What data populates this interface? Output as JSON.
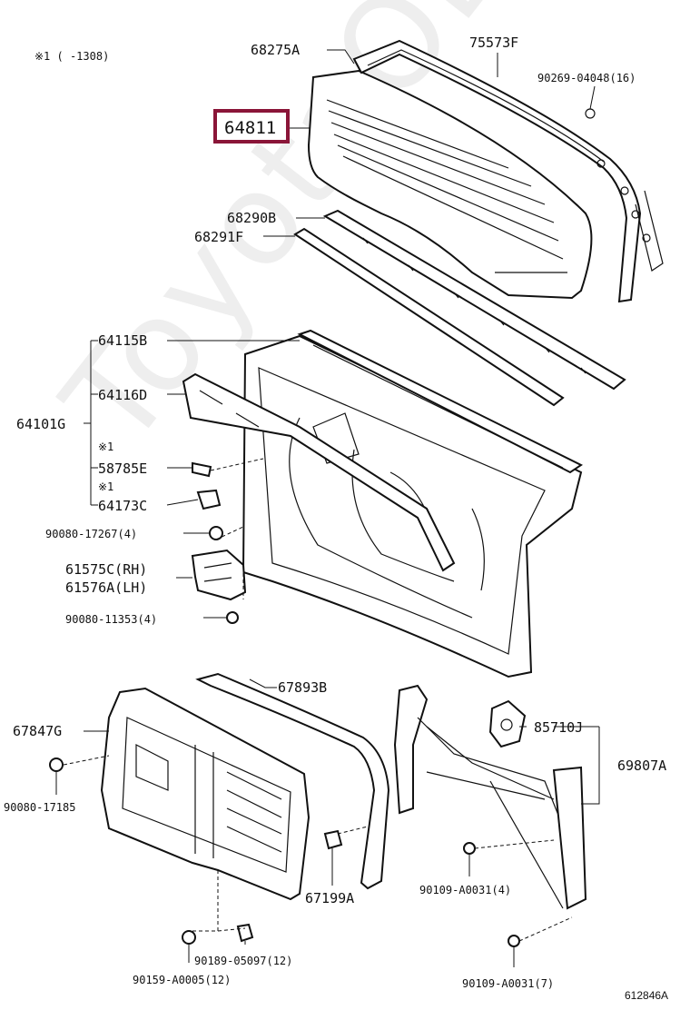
{
  "watermark": "ToyotaOEM.ru",
  "note": "※1 ( -1308)",
  "diagram_id": "612846A",
  "highlighted_part": "64811",
  "colors": {
    "highlight": "#8a1538",
    "ink": "#111111",
    "watermark": "#eeeeee"
  },
  "labels": {
    "p68275A": "68275A",
    "p75573F": "75573F",
    "p90269": "90269-04048(16)",
    "p64811": "64811",
    "p68290B": "68290B",
    "p68291F": "68291F",
    "p64115B": "64115B",
    "p64116D": "64116D",
    "p64101G": "64101G",
    "mark1": "※1",
    "p58785E": "58785E",
    "mark2": "※1",
    "p64173C": "64173C",
    "p90080_17267": "90080-17267(4)",
    "p61575C": "61575C(RH)",
    "p61576A": "61576A(LH)",
    "p90080_11353": "90080-11353(4)",
    "p67893B": "67893B",
    "p67847G": "67847G",
    "p90080_17185": "90080-17185",
    "p67199A": "67199A",
    "p90189": "90189-05097(12)",
    "p90159": "90159-A0005(12)",
    "p85710J": "85710J",
    "p69807A": "69807A",
    "p90109_a": "90109-A0031(4)",
    "p90109_b": "90109-A0031(7)"
  }
}
